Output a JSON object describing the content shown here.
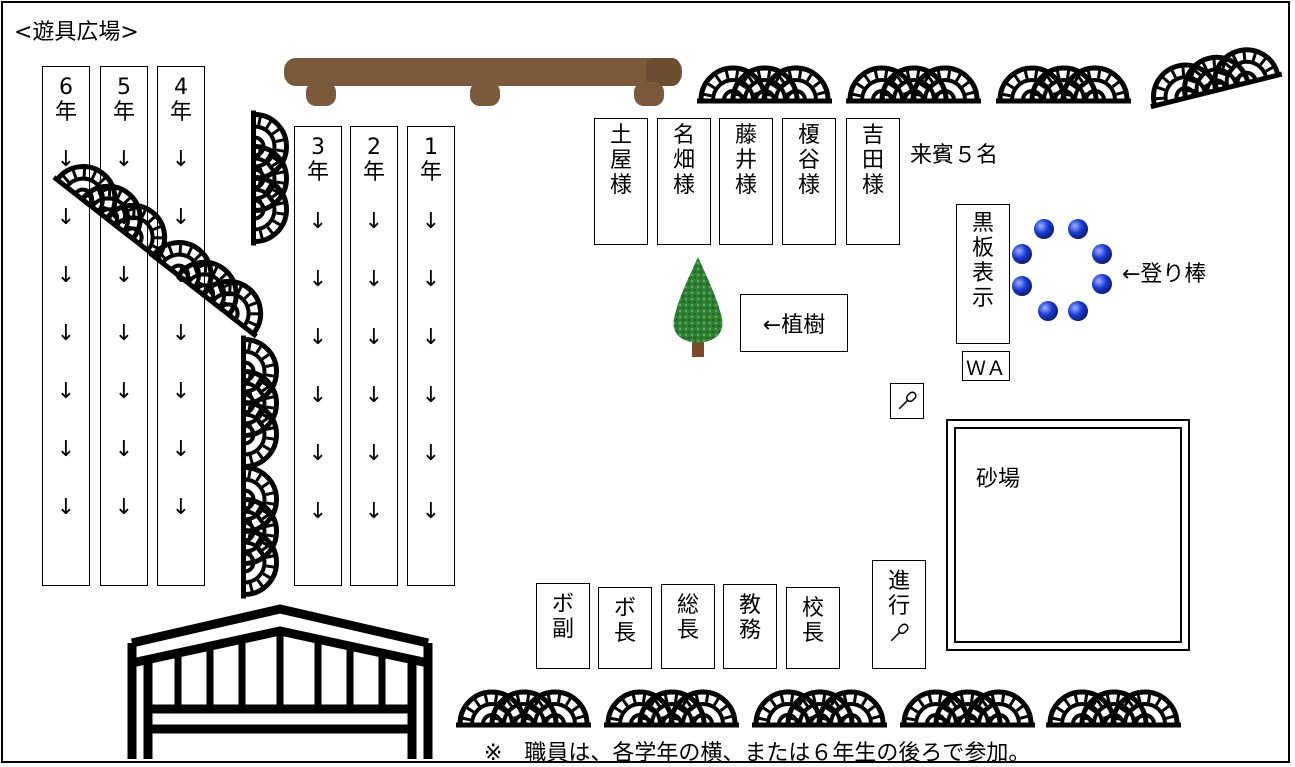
{
  "title": "<遊具広場>",
  "grade_columns": [
    {
      "label": "6\n年",
      "arrows": "↓"
    },
    {
      "label": "5\n年",
      "arrows": "↓"
    },
    {
      "label": "4\n年",
      "arrows": "↓"
    },
    {
      "label": "3\n年",
      "arrows": "↓"
    },
    {
      "label": "2\n年",
      "arrows": "↓"
    },
    {
      "label": "1\n年",
      "arrows": "↓"
    }
  ],
  "guests": {
    "names": [
      "土\n屋\n様",
      "名\n畑\n様",
      "藤\n井\n様",
      "榎\n谷\n様",
      "吉\n田\n様"
    ],
    "label": "来賓５名"
  },
  "blackboard": "黒\n板\n表\n示",
  "wa": "ＷＡ",
  "climbing_poles": "←登り棒",
  "tree": "←植樹",
  "sandbox": "砂場",
  "staff": [
    {
      "label": "ボ\n副"
    },
    {
      "label": "ボ\n長"
    },
    {
      "label": "総\n長"
    },
    {
      "label": "教\n務"
    },
    {
      "label": "校\n長"
    }
  ],
  "emcee": "進\n行",
  "footer_note": "※　職員は、各学年の横、または６年生の後ろで参加。",
  "icons": [
    "jungle-gym-icon",
    "bench-icon",
    "tree-icon",
    "microphone-icon",
    "climbing-pole-icon",
    "bridge-icon"
  ],
  "colors": {
    "bench": "#7a5a3a",
    "tree": "#2e7d32",
    "trunk": "#7b4a2a",
    "pole": "#1a3bd6"
  }
}
